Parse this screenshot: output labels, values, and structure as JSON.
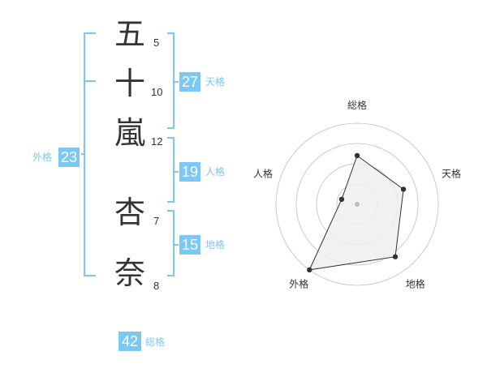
{
  "name": {
    "chars": [
      {
        "char": "五",
        "strokes": "5"
      },
      {
        "char": "十",
        "strokes": "10"
      },
      {
        "char": "嵐",
        "strokes": "12"
      },
      {
        "char": "杏",
        "strokes": "7"
      },
      {
        "char": "奈",
        "strokes": "8"
      }
    ]
  },
  "kakusu": {
    "tenkaku": {
      "value": "27",
      "label": "天格"
    },
    "jinkaku": {
      "value": "19",
      "label": "人格"
    },
    "chikaku": {
      "value": "15",
      "label": "地格"
    },
    "gaikaku": {
      "value": "23",
      "label": "外格"
    },
    "soukaku": {
      "value": "42",
      "label": "総格"
    }
  },
  "chart_data": {
    "type": "radar",
    "axes": [
      "総格",
      "天格",
      "地格",
      "外格",
      "人格"
    ],
    "values": [
      3,
      3,
      4,
      5,
      1
    ],
    "max": 5,
    "rings": 4,
    "colors": {
      "fill": "#eeeeee",
      "stroke": "#333333",
      "grid": "#cccccc",
      "center": "#bbbbbb"
    }
  },
  "colors": {
    "accent": "#7cc8f5",
    "text": "#333333"
  }
}
